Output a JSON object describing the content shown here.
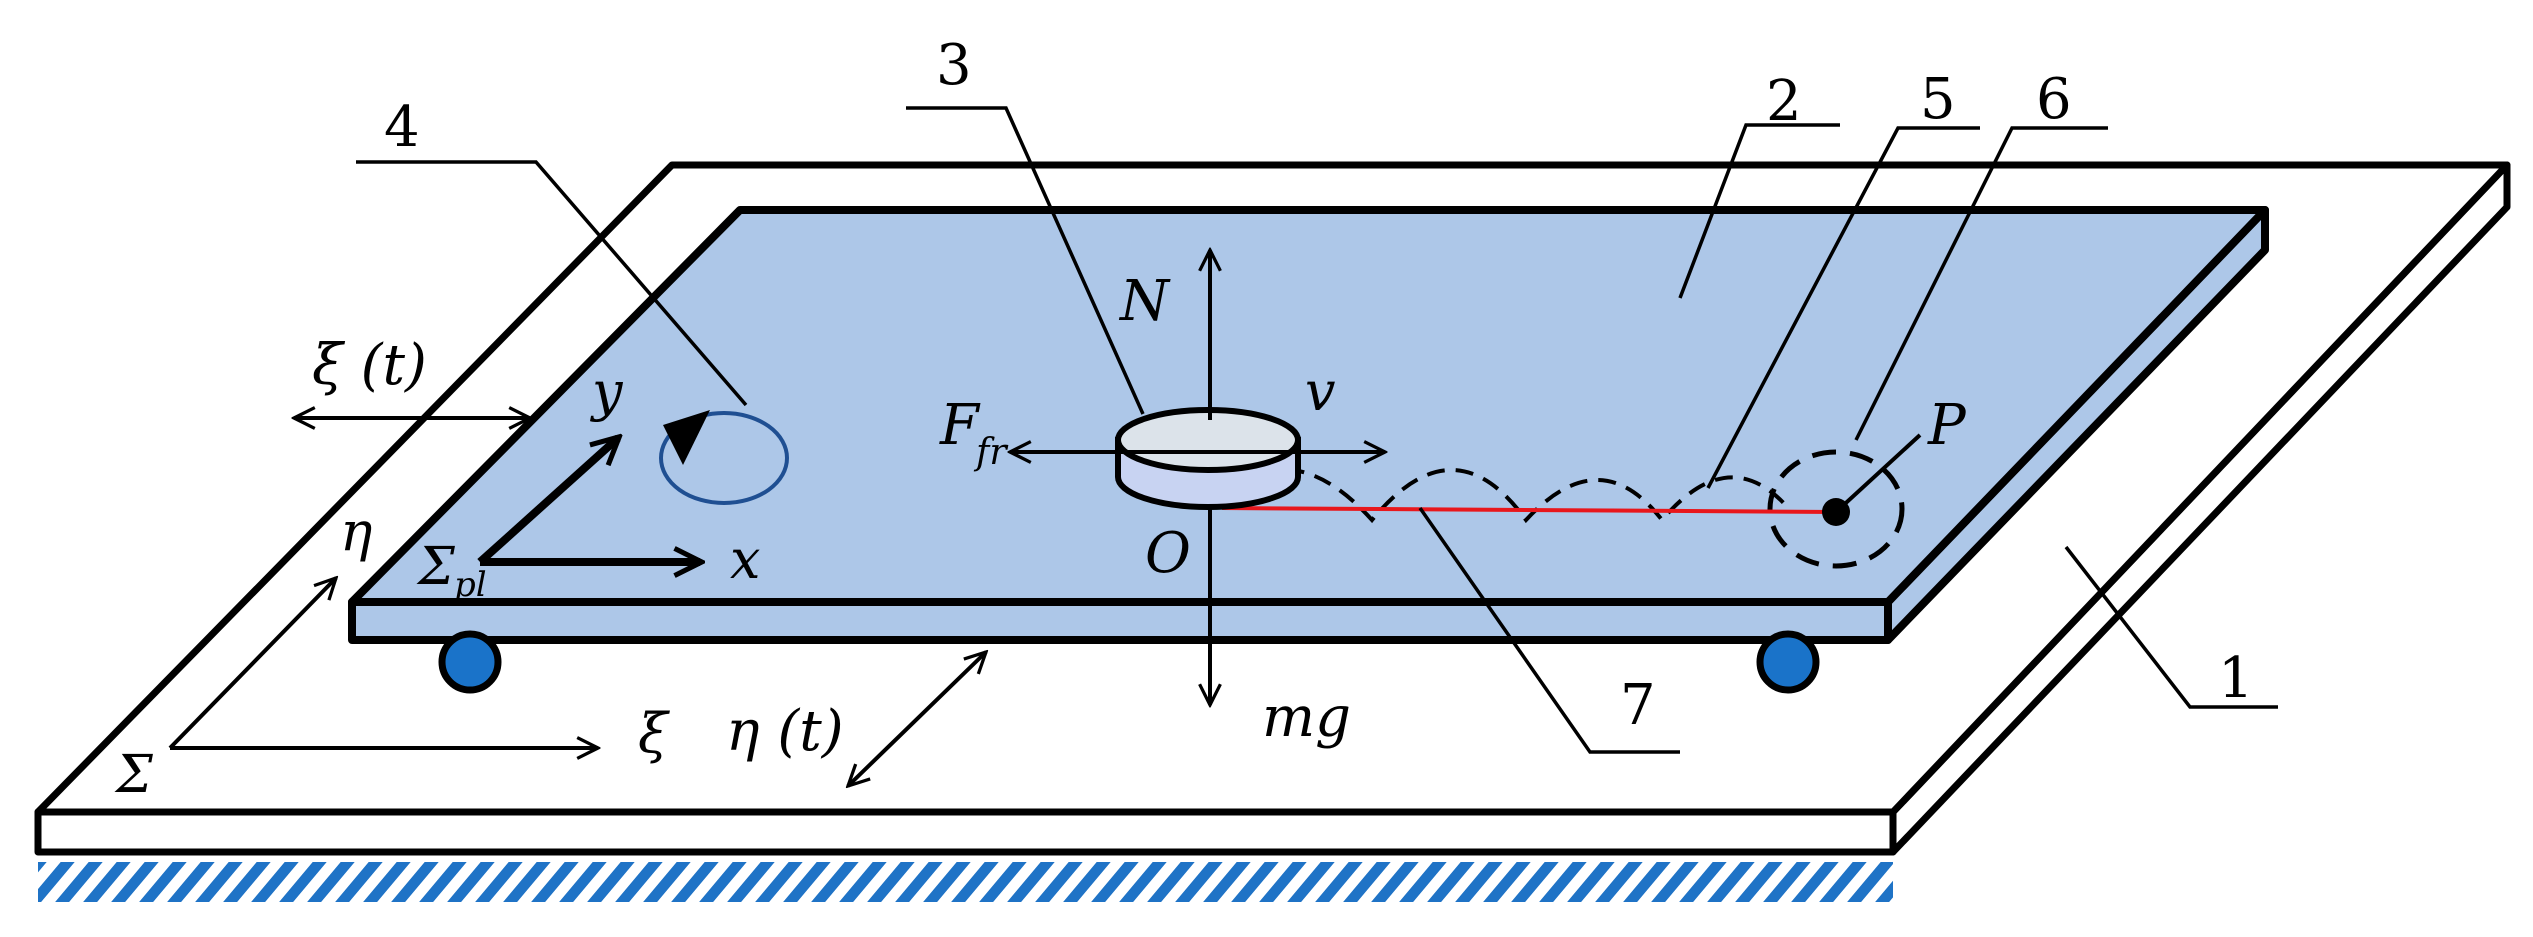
{
  "colors": {
    "platform_fill": "#adc7e8",
    "line": "#000000",
    "wheel_fill": "#1a73c9",
    "trajectory_line": "#e8171c",
    "ground_hatch": "#1f73c6",
    "puck_top": "#dce3ea",
    "puck_side": "#c8d3f2",
    "ellipse_stroke": "#1f4f92"
  },
  "callouts": {
    "n1": "1",
    "n2": "2",
    "n3": "3",
    "n4": "4",
    "n5": "5",
    "n6": "6",
    "n7": "7"
  },
  "labels": {
    "N": "N",
    "F": "F",
    "F_sub": "fr",
    "v": "v",
    "O": "O",
    "P": "P",
    "mg": "mg",
    "x": "x",
    "y": "y",
    "sigma_pl": "Σ",
    "sigma_pl_sub": "pl",
    "sigma": "Σ",
    "xi": "ξ",
    "eta": "η",
    "xi_t": "ξ (t)",
    "eta_t": "η (t)"
  }
}
